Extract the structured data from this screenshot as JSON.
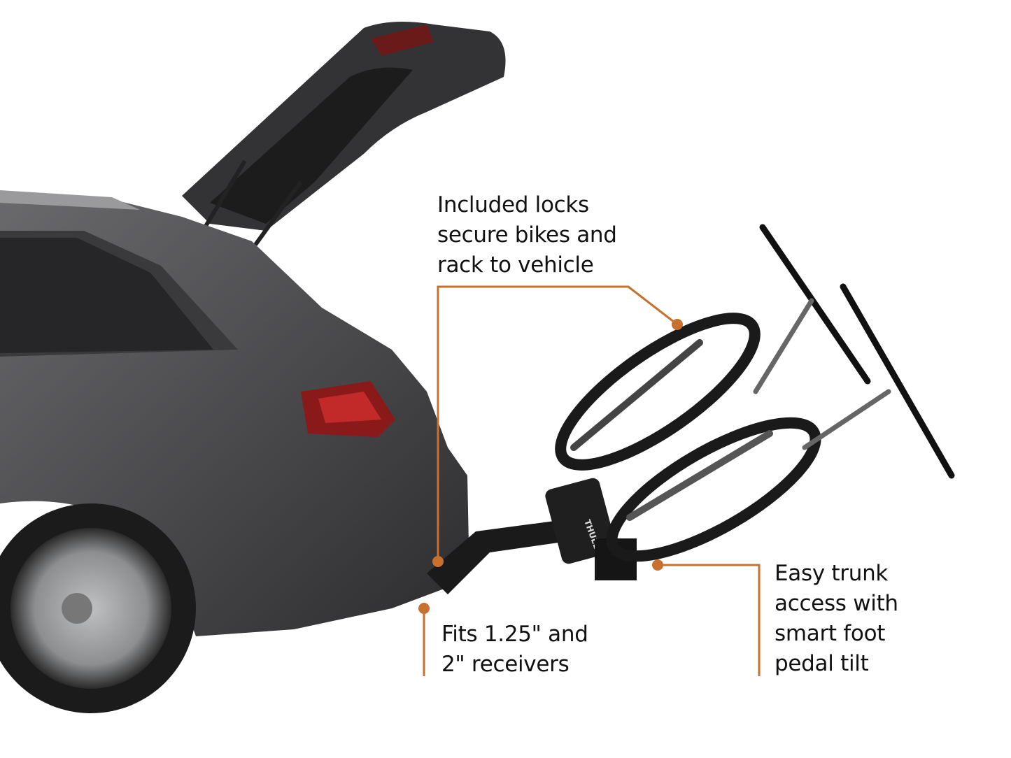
{
  "colors": {
    "accent": "#c8702e",
    "car": "#4a4a4c",
    "text": "#111111"
  },
  "callouts": {
    "locks": {
      "lines": [
        "Included locks",
        "secure bikes and",
        "rack to vehicle"
      ]
    },
    "receivers": {
      "lines": [
        "Fits 1.25\" and",
        "2\" receivers"
      ]
    },
    "trunk": {
      "lines": [
        "Easy trunk",
        "access with",
        "smart foot",
        "pedal tilt"
      ]
    }
  },
  "rack_brand": "THULE"
}
